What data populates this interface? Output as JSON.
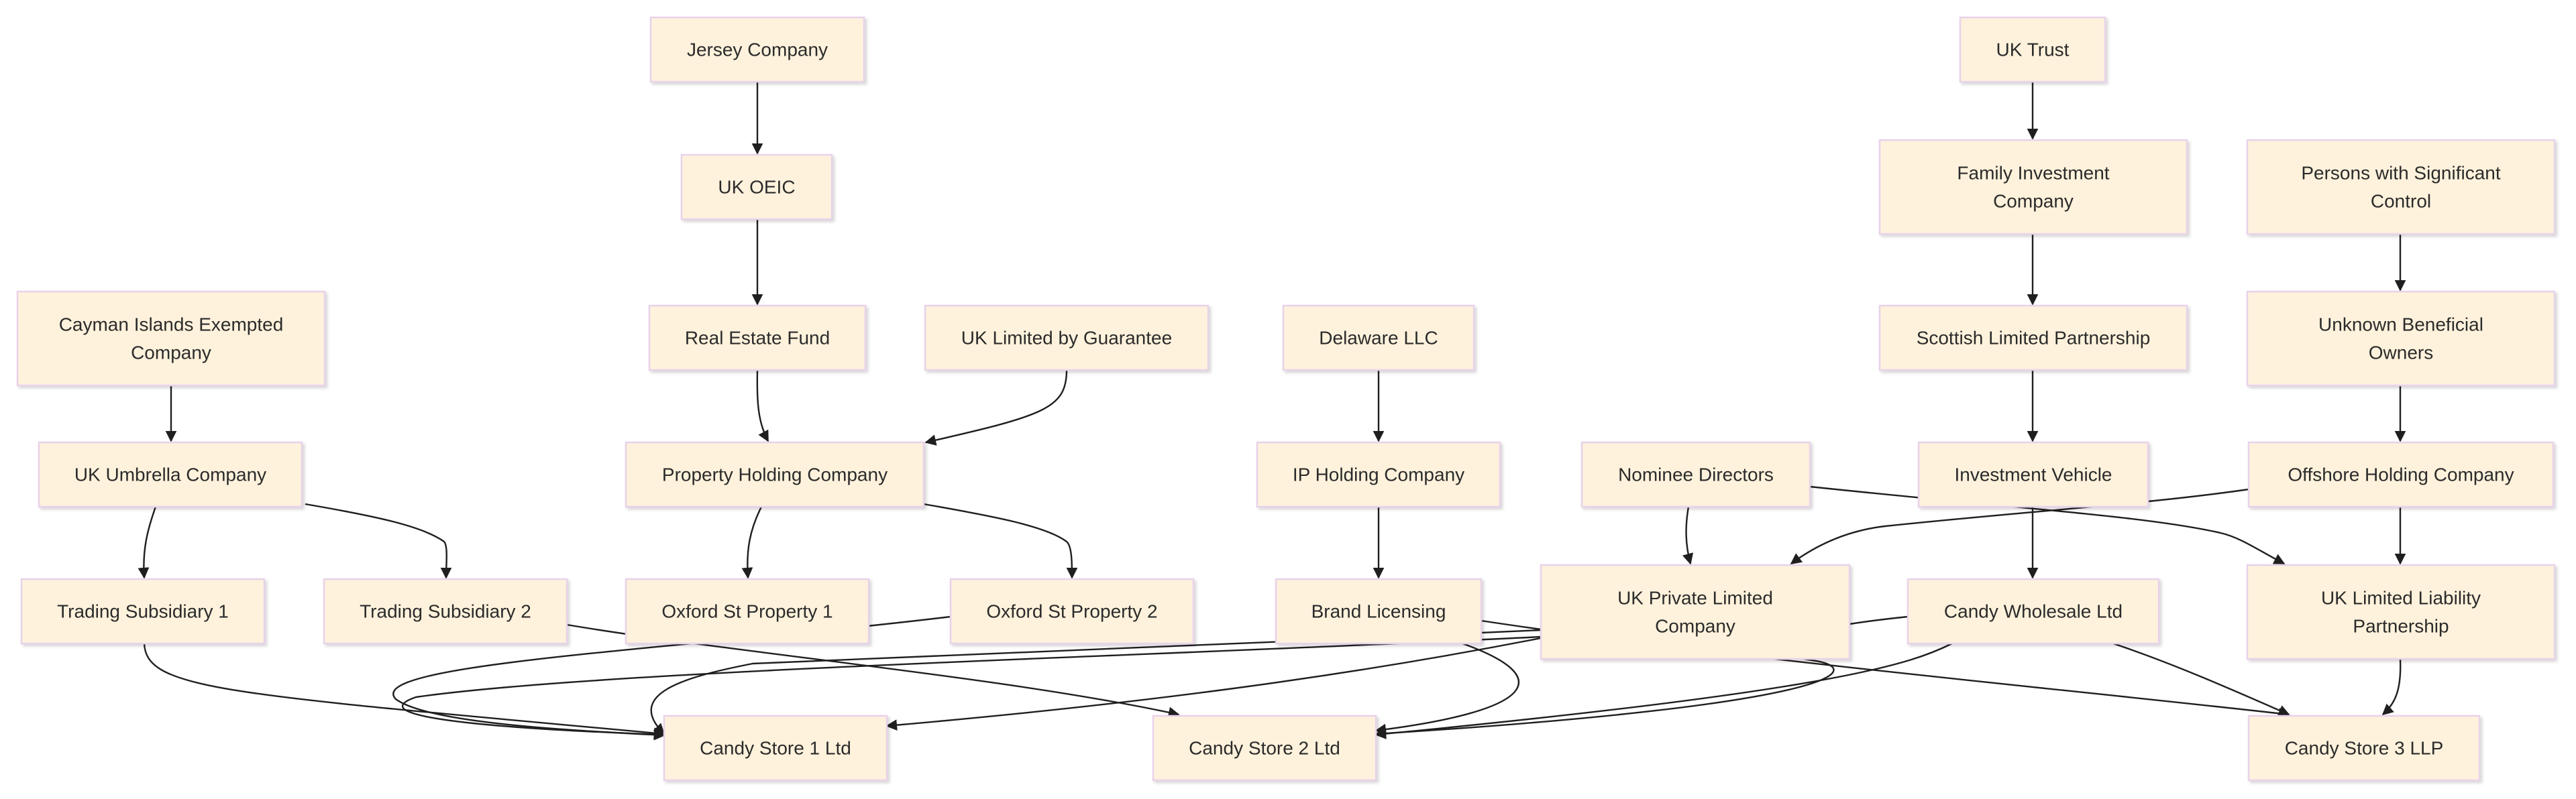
{
  "diagram": {
    "type": "flowchart",
    "nodes": [
      {
        "id": "jersey",
        "lines": [
          "Jersey Company"
        ]
      },
      {
        "id": "uk_trust",
        "lines": [
          "UK Trust"
        ]
      },
      {
        "id": "uk_oeic",
        "lines": [
          "UK OEIC"
        ]
      },
      {
        "id": "family_inv",
        "lines": [
          "Family Investment",
          "Company"
        ]
      },
      {
        "id": "psc",
        "lines": [
          "Persons with Significant",
          "Control"
        ]
      },
      {
        "id": "cayman",
        "lines": [
          "Cayman Islands Exempted",
          "Company"
        ]
      },
      {
        "id": "re_fund",
        "lines": [
          "Real Estate Fund"
        ]
      },
      {
        "id": "uk_guarantee",
        "lines": [
          "UK Limited by Guarantee"
        ]
      },
      {
        "id": "delaware",
        "lines": [
          "Delaware LLC"
        ]
      },
      {
        "id": "scottish_lp",
        "lines": [
          "Scottish Limited Partnership"
        ]
      },
      {
        "id": "unknown_bo",
        "lines": [
          "Unknown Beneficial",
          "Owners"
        ]
      },
      {
        "id": "uk_umbrella",
        "lines": [
          "UK Umbrella Company"
        ]
      },
      {
        "id": "property_holding",
        "lines": [
          "Property Holding Company"
        ]
      },
      {
        "id": "ip_holding",
        "lines": [
          "IP Holding Company"
        ]
      },
      {
        "id": "nominee",
        "lines": [
          "Nominee Directors"
        ]
      },
      {
        "id": "inv_vehicle",
        "lines": [
          "Investment Vehicle"
        ]
      },
      {
        "id": "offshore",
        "lines": [
          "Offshore Holding Company"
        ]
      },
      {
        "id": "trading1",
        "lines": [
          "Trading Subsidiary 1"
        ]
      },
      {
        "id": "trading2",
        "lines": [
          "Trading Subsidiary 2"
        ]
      },
      {
        "id": "oxford1",
        "lines": [
          "Oxford St Property 1"
        ]
      },
      {
        "id": "oxford2",
        "lines": [
          "Oxford St Property 2"
        ]
      },
      {
        "id": "brand",
        "lines": [
          "Brand Licensing"
        ]
      },
      {
        "id": "uk_private",
        "lines": [
          "UK Private Limited",
          "Company"
        ]
      },
      {
        "id": "candy_wholesale",
        "lines": [
          "Candy Wholesale Ltd"
        ]
      },
      {
        "id": "uk_llp",
        "lines": [
          "UK Limited Liability",
          "Partnership"
        ]
      },
      {
        "id": "store1",
        "lines": [
          "Candy Store 1 Ltd"
        ]
      },
      {
        "id": "store2",
        "lines": [
          "Candy Store 2 Ltd"
        ]
      },
      {
        "id": "store3",
        "lines": [
          "Candy Store 3 LLP"
        ]
      }
    ],
    "edges": [
      {
        "from": "jersey",
        "to": "uk_oeic"
      },
      {
        "from": "uk_oeic",
        "to": "re_fund"
      },
      {
        "from": "uk_trust",
        "to": "family_inv"
      },
      {
        "from": "family_inv",
        "to": "scottish_lp"
      },
      {
        "from": "psc",
        "to": "unknown_bo"
      },
      {
        "from": "cayman",
        "to": "uk_umbrella"
      },
      {
        "from": "re_fund",
        "to": "property_holding"
      },
      {
        "from": "uk_guarantee",
        "to": "property_holding"
      },
      {
        "from": "delaware",
        "to": "ip_holding"
      },
      {
        "from": "scottish_lp",
        "to": "inv_vehicle"
      },
      {
        "from": "unknown_bo",
        "to": "offshore"
      },
      {
        "from": "uk_umbrella",
        "to": "trading1"
      },
      {
        "from": "uk_umbrella",
        "to": "trading2"
      },
      {
        "from": "property_holding",
        "to": "oxford1"
      },
      {
        "from": "property_holding",
        "to": "oxford2"
      },
      {
        "from": "ip_holding",
        "to": "brand"
      },
      {
        "from": "nominee",
        "to": "uk_private"
      },
      {
        "from": "nominee",
        "to": "uk_llp"
      },
      {
        "from": "offshore",
        "to": "uk_private"
      },
      {
        "from": "offshore",
        "to": "uk_llp"
      },
      {
        "from": "inv_vehicle",
        "to": "candy_wholesale"
      },
      {
        "from": "trading1",
        "to": "store1"
      },
      {
        "from": "trading2",
        "to": "store2"
      },
      {
        "from": "oxford2",
        "to": "store1"
      },
      {
        "from": "brand",
        "to": "store2"
      },
      {
        "from": "brand",
        "to": "store3"
      },
      {
        "from": "uk_private",
        "to": "store1"
      },
      {
        "from": "uk_private",
        "to": "store1"
      },
      {
        "from": "uk_private",
        "to": "store2"
      },
      {
        "from": "candy_wholesale",
        "to": "store1"
      },
      {
        "from": "candy_wholesale",
        "to": "store2"
      },
      {
        "from": "candy_wholesale",
        "to": "store3"
      },
      {
        "from": "uk_llp",
        "to": "store3"
      }
    ]
  }
}
